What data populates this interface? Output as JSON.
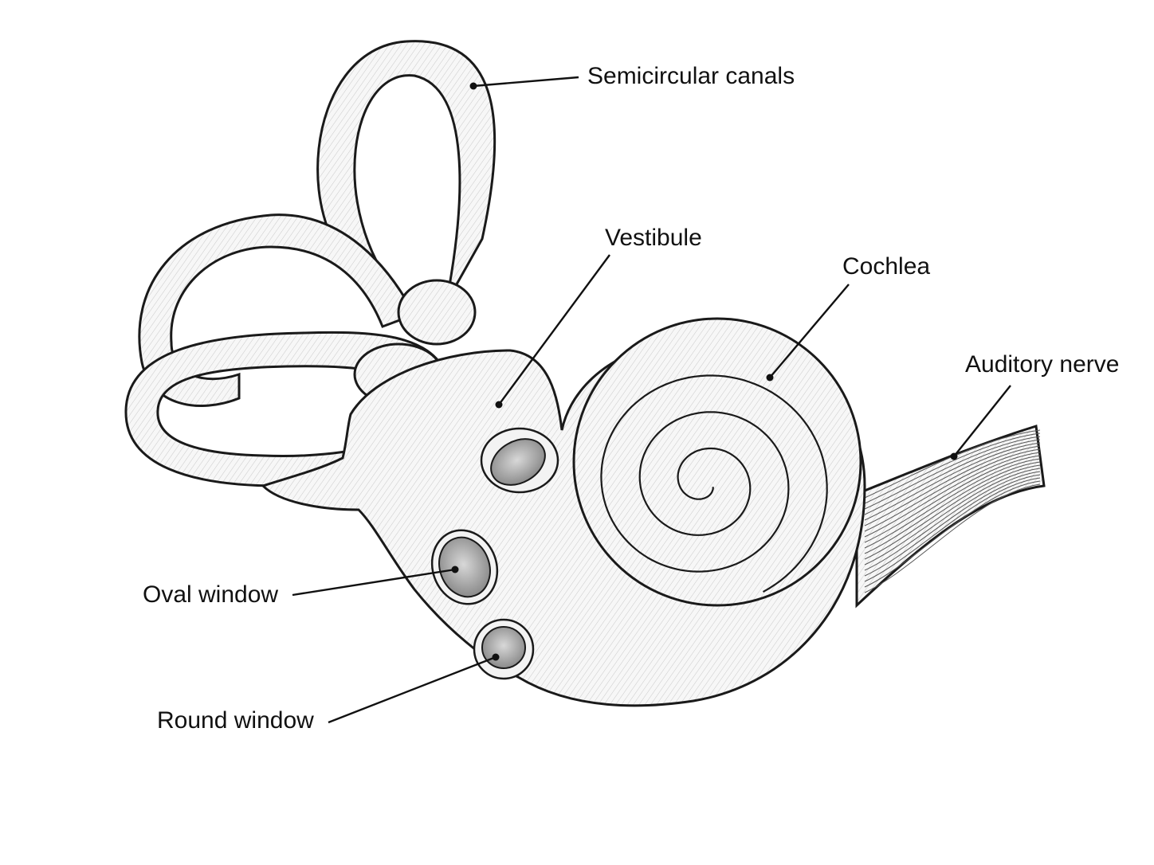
{
  "labels": {
    "semicircular_canals": "Semicircular canals",
    "vestibule": "Vestibule",
    "cochlea": "Cochlea",
    "auditory_nerve": "Auditory nerve",
    "oval_window": "Oval window",
    "round_window": "Round window"
  },
  "colors": {
    "ink": "#111111",
    "background": "#ffffff",
    "shade": "#e6e6e6"
  }
}
